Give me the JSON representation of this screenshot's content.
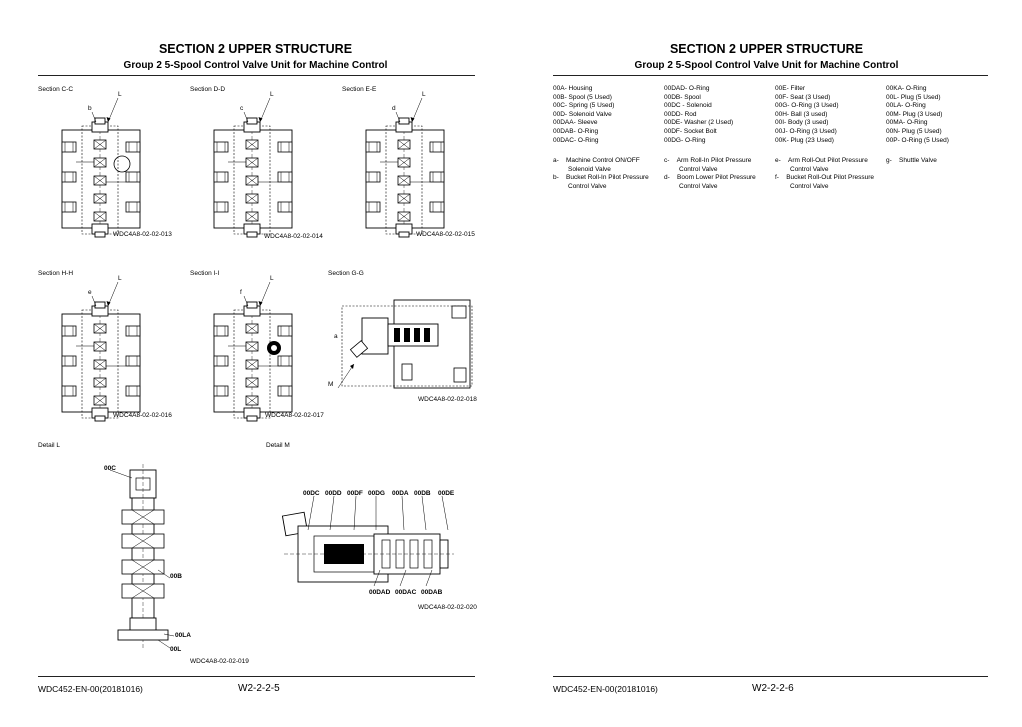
{
  "left_page": {
    "section_title": "SECTION 2 UPPER STRUCTURE",
    "group_title": "Group 2 5-Spool Control Valve Unit for Machine Control",
    "figures": [
      {
        "title": "Section C-C",
        "letter": "b",
        "letter_L": "L",
        "code": "WDC4A8-02-02-013"
      },
      {
        "title": "Section D-D",
        "letter": "c",
        "letter_L": "L",
        "code": "WDC4A8-02-02-014"
      },
      {
        "title": "Section E-E",
        "letter": "d",
        "letter_L": "L",
        "code": "WDC4A8-02-02-015"
      },
      {
        "title": "Section H-H",
        "letter": "e",
        "letter_L": "L",
        "code": "WDC4A8-02-02-016"
      },
      {
        "title": "Section I-I",
        "letter": "f",
        "letter_L": "L",
        "code": "WDC4A8-02-02-017"
      },
      {
        "title": "Section G-G",
        "letter": "a",
        "letter_L": "M",
        "code": "WDC4A8-02-02-018"
      }
    ],
    "detail_l": {
      "title": "Detail L",
      "labels": [
        "00C",
        "00B",
        "00LA",
        "00L"
      ],
      "code": "WDC4A8-02-02-019"
    },
    "detail_m": {
      "title": "Detail M",
      "top_labels": [
        "00DC",
        "00DD",
        "00DF",
        "00DG",
        "00DA",
        "00DB",
        "00DE"
      ],
      "bottom_labels": [
        "00DAD",
        "00DAC",
        "00DAB"
      ],
      "code": "WDC4A8-02-02-020"
    },
    "footer_doc": "WDC452-EN-00(20181016)",
    "footer_page": "W2-2-2-5"
  },
  "right_page": {
    "section_title": "SECTION 2 UPPER STRUCTURE",
    "group_title": "Group 2 5-Spool Control Valve Unit for Machine Control",
    "parts_columns": [
      [
        "00A- Housing",
        "00B- Spool (5 Used)",
        "00C- Spring (5 Used)",
        "00D- Solenoid Valve",
        "00DAA-     Sleeve",
        "00DAB-     O-Ring",
        "00DAC-     O-Ring"
      ],
      [
        "00DAD-     O-Ring",
        "00DB-      Spool",
        "00DC -      Solenoid",
        "00DD-      Rod",
        "00DE-      Washer (2 Used)",
        "00DF-      Socket Bolt",
        "00DG-      O-Ring"
      ],
      [
        "00E- Filter",
        "00F- Seat (3 Used)",
        "00G- O-Ring (3 Used)",
        "00H- Ball (3 used)",
        "00I- Body (3 used)",
        "00J- O-Ring (3 Used)",
        "00K- Plug (23 Used)"
      ],
      [
        "00KA-      O-Ring",
        "00L- Plug (5 Used)",
        "00LA-      O-Ring",
        "00M-      Plug (3 Used)",
        "00MA-      O-Ring",
        "00N- Plug (5 Used)",
        "00P- O-Ring (5 Used)"
      ]
    ],
    "function_columns": [
      [
        {
          "key": "a-",
          "lines": [
            "Machine Control ON/OFF",
            "Solenoid Valve"
          ]
        },
        {
          "key": "b-",
          "lines": [
            "Bucket Roll-In Pilot Pressure",
            "Control Valve"
          ]
        }
      ],
      [
        {
          "key": "c-",
          "lines": [
            "Arm Roll-In Pilot Pressure",
            "Control Valve"
          ]
        },
        {
          "key": "d-",
          "lines": [
            "Boom Lower Pilot Pressure",
            "Control Valve"
          ]
        }
      ],
      [
        {
          "key": "e-",
          "lines": [
            "Arm Roll-Out Pilot Pressure",
            "Control Valve"
          ]
        },
        {
          "key": "f-",
          "lines": [
            "Bucket Roll-Out Pilot Pressure",
            "Control Valve"
          ]
        }
      ],
      [
        {
          "key": "g-",
          "lines": [
            "Shuttle Valve"
          ]
        }
      ]
    ],
    "footer_doc": "WDC452-EN-00(20181016)",
    "footer_page": "W2-2-2-6"
  }
}
